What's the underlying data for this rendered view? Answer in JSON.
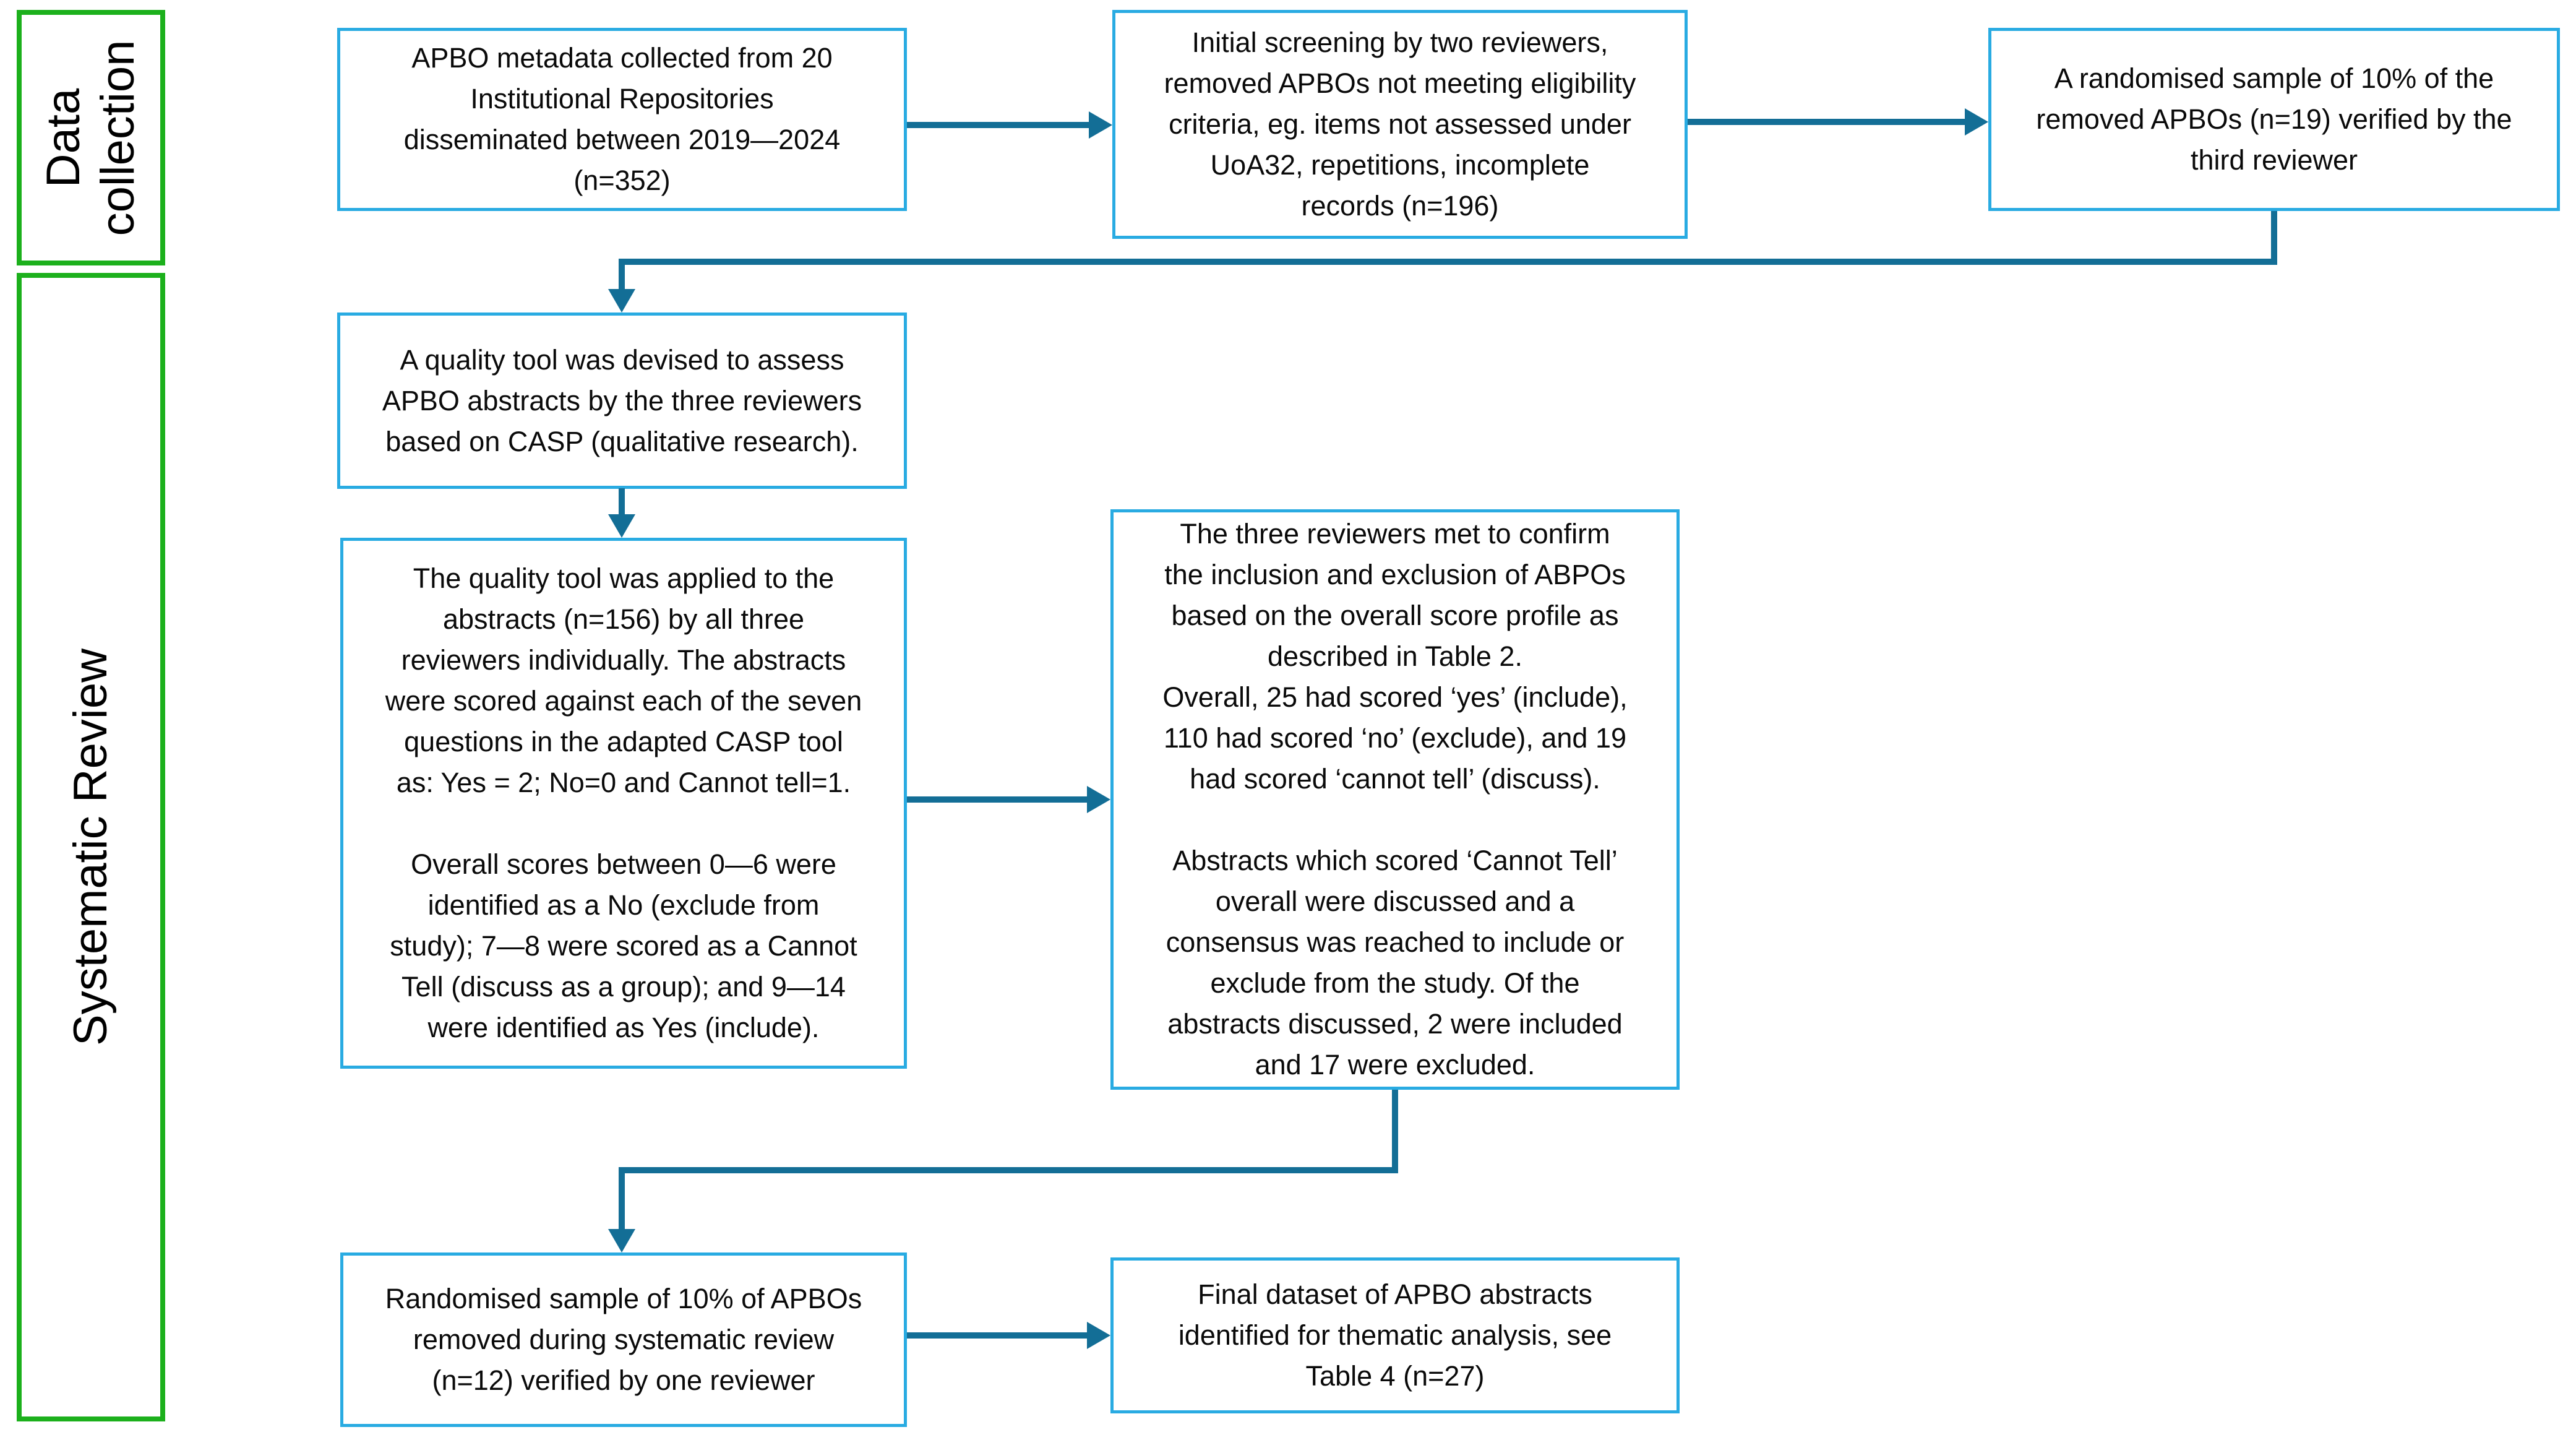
{
  "palette": {
    "box_border": "#29ABE2",
    "arrow": "#136E96",
    "stage_border": "#1CB01C",
    "text": "#0a0a0a"
  },
  "diagram": {
    "stage_labels": {
      "data_collection": "Data\ncollection",
      "systematic_review": "Systematic Review"
    },
    "boxes": {
      "metadata": {
        "text": "APBO metadata collected from 20\nInstitutional Repositories\ndisseminated between 2019—2024\n(n=352)"
      },
      "screening": {
        "text": "Initial screening by two reviewers,\nremoved APBOs not meeting eligibility\ncriteria, eg. items not assessed under\nUoA32, repetitions, incomplete\nrecords (n=196)"
      },
      "verify19": {
        "text": "A randomised sample of 10% of the\nremoved APBOs (n=19) verified by the\nthird reviewer"
      },
      "tool_devised": {
        "text": "A quality tool was devised to assess\nAPBO abstracts by the three reviewers\nbased on CASP (qualitative research)."
      },
      "tool_applied": {
        "text": "The quality tool was applied to the\nabstracts (n=156) by all three\nreviewers individually. The abstracts\nwere scored against each of the seven\nquestions in the adapted CASP tool\nas: Yes = 2; No=0 and Cannot tell=1.\n\nOverall scores between 0—6 were\nidentified as a No (exclude from\nstudy); 7—8 were scored as a Cannot\nTell (discuss as a group); and 9—14\nwere identified as Yes (include)."
      },
      "confirm_meeting": {
        "text": "The three reviewers met to confirm\nthe inclusion and exclusion of ABPOs\nbased on the overall score profile as\ndescribed in Table 2.\nOverall, 25 had scored ‘yes’ (include),\n110 had scored ‘no’ (exclude), and 19\nhad scored ‘cannot tell’ (discuss).\n\nAbstracts which scored ‘Cannot Tell’\noverall were discussed and a\nconsensus was reached to include or\nexclude from the study. Of the\nabstracts discussed, 2 were included\nand 17 were excluded."
      },
      "verify12": {
        "text": "Randomised sample of 10% of APBOs\nremoved during systematic review\n(n=12) verified by one reviewer"
      },
      "final_dataset": {
        "text": "Final dataset of APBO abstracts\nidentified for thematic analysis, see\nTable 4 (n=27)"
      }
    }
  }
}
